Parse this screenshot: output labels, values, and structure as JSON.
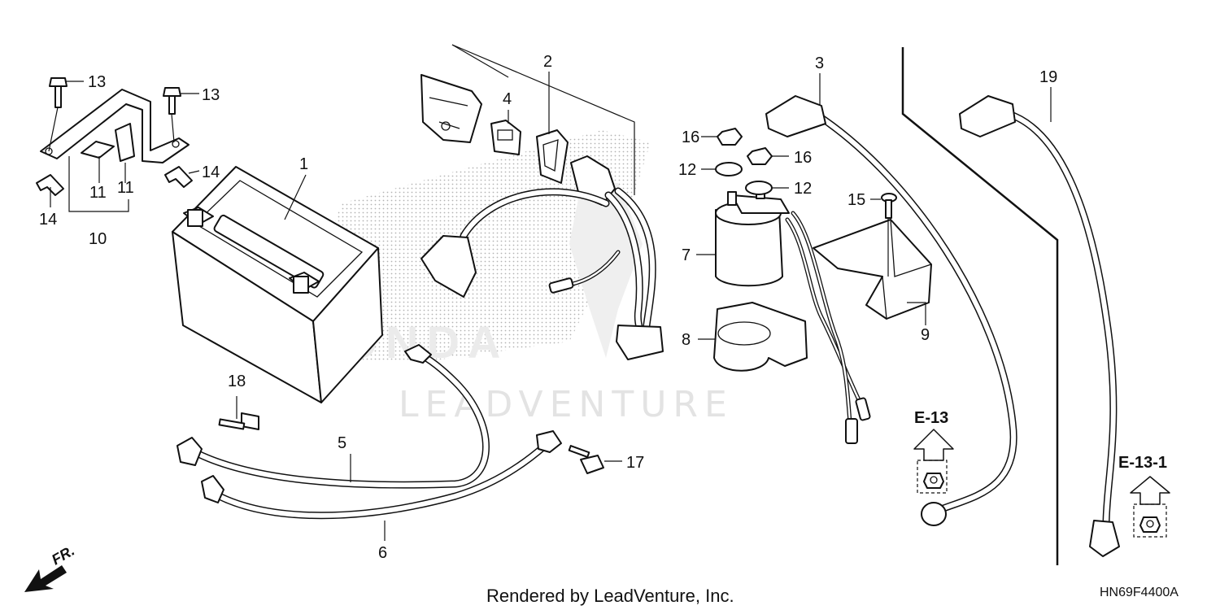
{
  "diagram": {
    "part_labels": [
      {
        "id": "1",
        "text": "1"
      },
      {
        "id": "2",
        "text": "2"
      },
      {
        "id": "3",
        "text": "3"
      },
      {
        "id": "4",
        "text": "4"
      },
      {
        "id": "5",
        "text": "5"
      },
      {
        "id": "6",
        "text": "6"
      },
      {
        "id": "7",
        "text": "7"
      },
      {
        "id": "8",
        "text": "8"
      },
      {
        "id": "9",
        "text": "9"
      },
      {
        "id": "10",
        "text": "10"
      },
      {
        "id": "11a",
        "text": "11"
      },
      {
        "id": "11b",
        "text": "11"
      },
      {
        "id": "12a",
        "text": "12"
      },
      {
        "id": "12b",
        "text": "12"
      },
      {
        "id": "13a",
        "text": "13"
      },
      {
        "id": "13b",
        "text": "13"
      },
      {
        "id": "14a",
        "text": "14"
      },
      {
        "id": "14b",
        "text": "14"
      },
      {
        "id": "15",
        "text": "15"
      },
      {
        "id": "16a",
        "text": "16"
      },
      {
        "id": "16b",
        "text": "16"
      },
      {
        "id": "17",
        "text": "17"
      },
      {
        "id": "18",
        "text": "18"
      },
      {
        "id": "19",
        "text": "19"
      }
    ],
    "section_refs": {
      "e13": "E-13",
      "e13_1": "E-13-1"
    },
    "direction_label": "FR.",
    "watermark_brand": "HONDA",
    "watermark_text": "LEADVENTURE",
    "footer": "Rendered by LeadVenture, Inc.",
    "diagram_code": "HN69F4400A"
  }
}
